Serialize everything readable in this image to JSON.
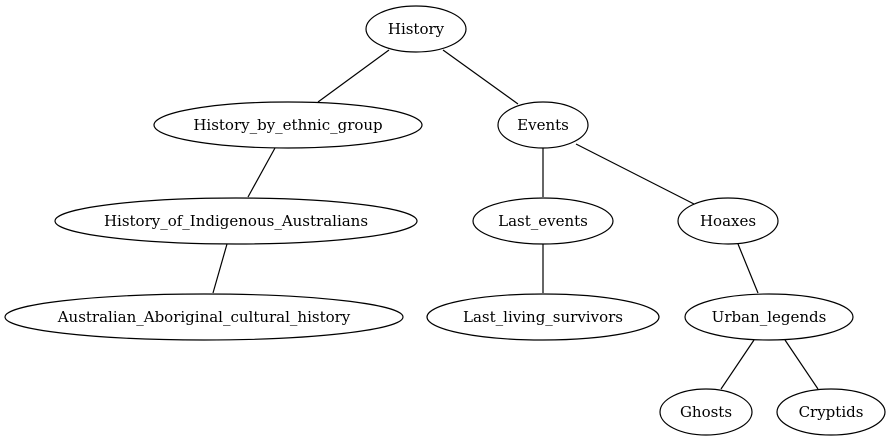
{
  "nodes": {
    "history": "History",
    "history_by_ethnic_group": "History_by_ethnic_group",
    "events": "Events",
    "history_of_indigenous_australians": "History_of_Indigenous_Australians",
    "last_events": "Last_events",
    "hoaxes": "Hoaxes",
    "australian_aboriginal_cultural_history": "Australian_Aboriginal_cultural_history",
    "last_living_survivors": "Last_living_survivors",
    "urban_legends": "Urban_legends",
    "ghosts": "Ghosts",
    "cryptids": "Cryptids"
  },
  "edges": [
    [
      "history",
      "history_by_ethnic_group"
    ],
    [
      "history",
      "events"
    ],
    [
      "history_by_ethnic_group",
      "history_of_indigenous_australians"
    ],
    [
      "history_of_indigenous_australians",
      "australian_aboriginal_cultural_history"
    ],
    [
      "events",
      "last_events"
    ],
    [
      "events",
      "hoaxes"
    ],
    [
      "last_events",
      "last_living_survivors"
    ],
    [
      "hoaxes",
      "urban_legends"
    ],
    [
      "urban_legends",
      "ghosts"
    ],
    [
      "urban_legends",
      "cryptids"
    ]
  ]
}
